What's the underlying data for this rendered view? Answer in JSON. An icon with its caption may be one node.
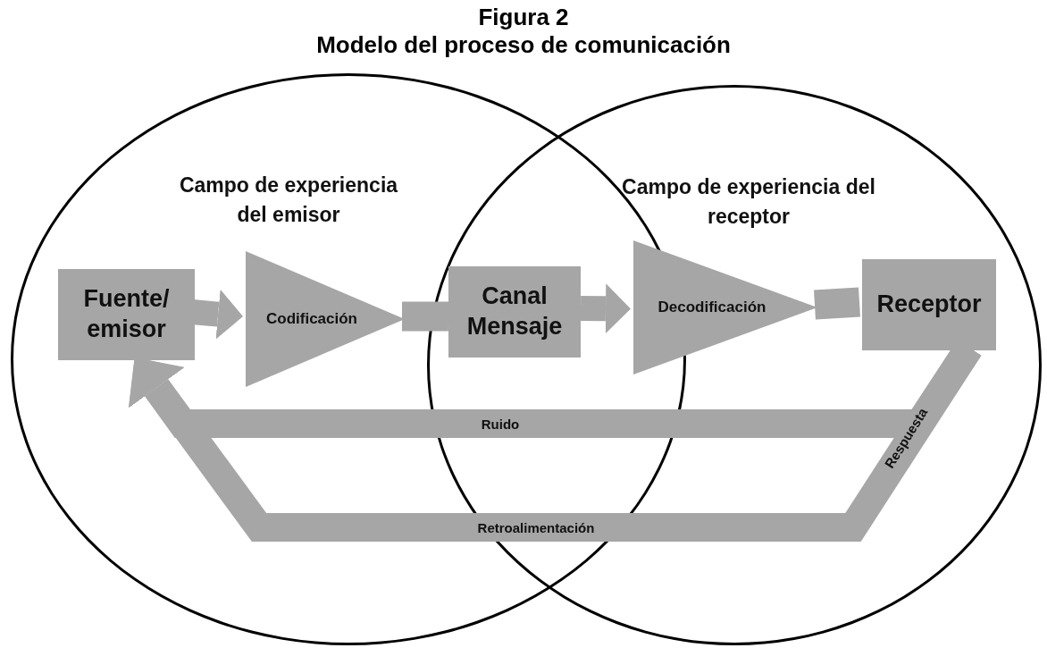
{
  "diagram": {
    "title": "Modelo del proceso de comunicación",
    "nodes": [
      {
        "text": [
          "Campo de experiencia del emisor"
        ]
      },
      {
        "text": [
          "Campo de experiencia del receptor"
        ]
      },
      {
        "text": [
          "Fuente/ emisor"
        ],
        "in": 0
      },
      {
        "text": [
          "Codificación"
        ],
        "in": 0
      },
      {
        "text": [
          "Canal Mensaje"
        ]
      },
      {
        "text": [
          "Decodificación"
        ],
        "in": 1
      },
      {
        "text": [
          "Receptor"
        ],
        "in": 1
      }
    ],
    "edges": [
      {
        "from": 2,
        "to": 3,
        "arrow": "to"
      },
      {
        "from": 3,
        "to": 4,
        "arrow": "none"
      },
      {
        "from": 4,
        "to": 5,
        "arrow": "to"
      },
      {
        "from": 5,
        "to": 6,
        "arrow": "none"
      },
      {
        "from": 6,
        "to": 2,
        "arrow": "to",
        "label": "Ruido"
      },
      {
        "from": 6,
        "to": 2,
        "arrow": "to",
        "label": "Retroalimentación"
      }
    ],
    "labels": [
      "Figura 2",
      "Respuesta"
    ]
  }
}
